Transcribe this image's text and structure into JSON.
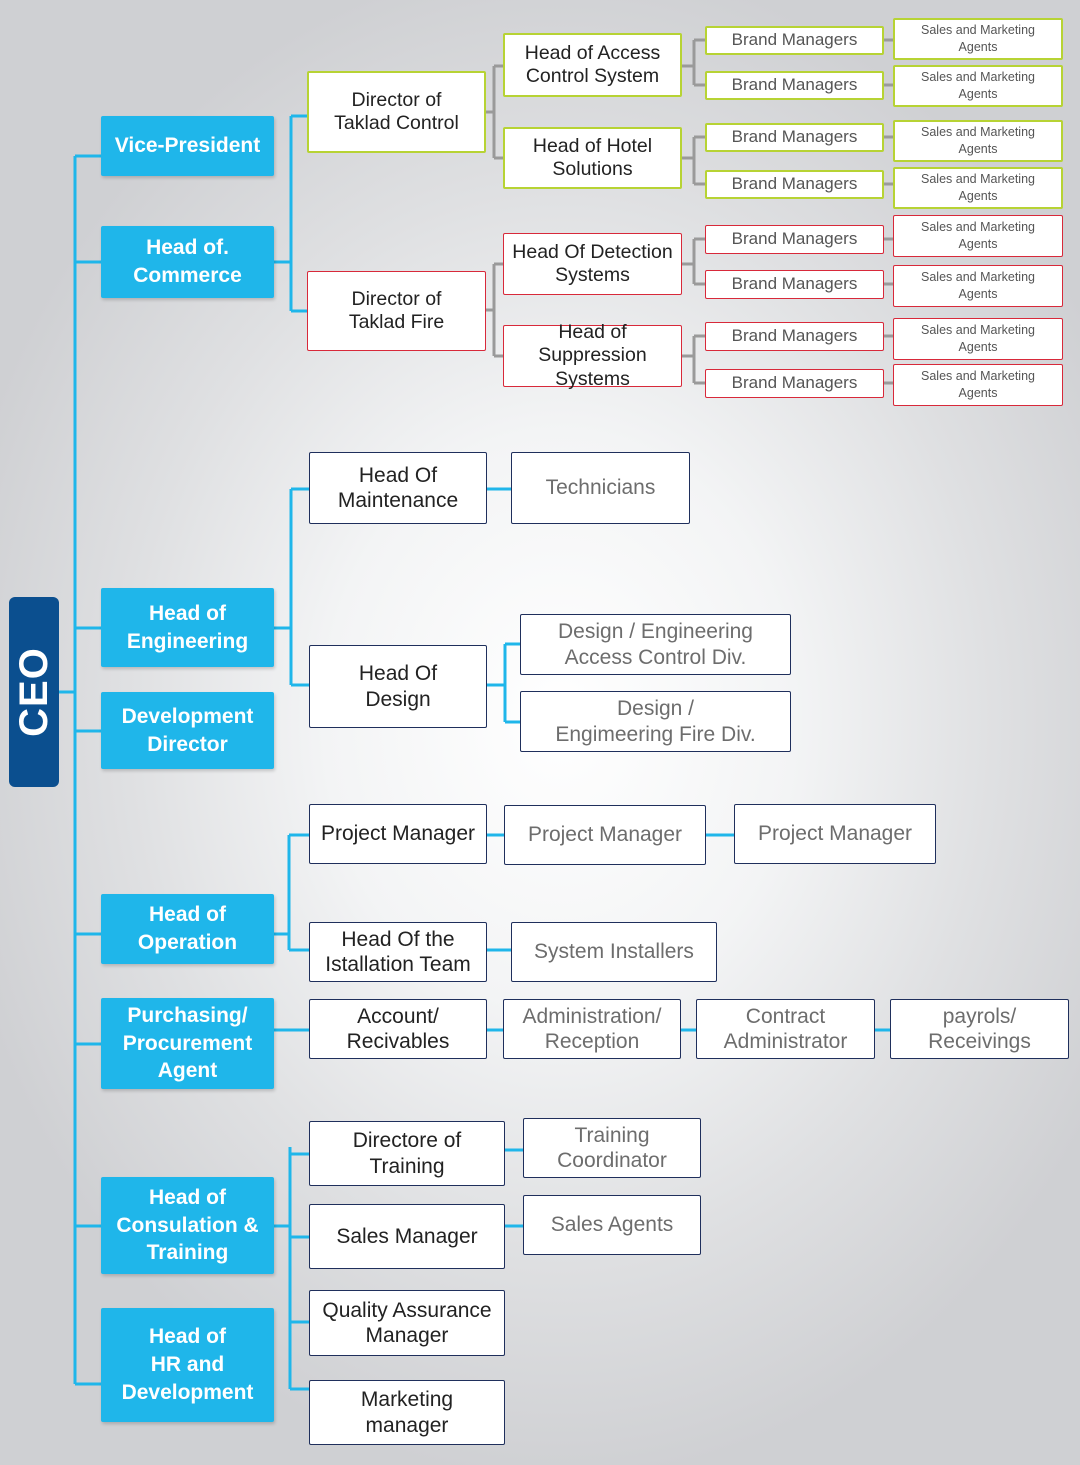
{
  "ceo": "CEO",
  "level1": [
    "Vice-President",
    "Head of.\nCommerce",
    "Head of\nEngineering",
    "Development\nDirector",
    "Head of\nOperation",
    "Purchasing/\nProcurement\nAgent",
    "Head of\nConsulation &\nTraining",
    "Head of\nHR and\nDevelopment"
  ],
  "commerce": {
    "directors": [
      "Director of\nTaklad Control",
      "Director of\nTaklad Fire"
    ],
    "heads": [
      "Head of Access\nControl System",
      "Head of Hotel\nSolutions",
      "Head Of Detection\nSystems",
      "Head of Suppression\nSystems"
    ],
    "brand_manager_label": "Brand Managers",
    "sales_agent_label": "Sales and Marketing\nAgents"
  },
  "engineering": {
    "head_maintenance": "Head Of\nMaintenance",
    "technicians": "Technicians",
    "head_design": "Head Of\nDesign",
    "design_access": "Design / Engineering\nAccess Control Div.",
    "design_fire": "Design /\nEngimeering Fire Div."
  },
  "operation": {
    "project_manager_1": "Project Manager",
    "project_manager_2": "Project Manager",
    "project_manager_3": "Project Manager",
    "head_installation": "Head Of the\nIstallation Team",
    "system_installers": "System Installers"
  },
  "purchasing": {
    "account": "Account/\nRecivables",
    "administration": "Administration/\nReception",
    "contract": "Contract\nAdministrator",
    "payrols": "payrols/\nReceivings"
  },
  "consultation": {
    "director_training": "Directore of\nTraining",
    "training_coordinator": "Training\nCoordinator",
    "sales_manager": "Sales Manager",
    "sales_agents": "Sales Agents",
    "qa_manager": "Quality Assurance\nManager",
    "marketing_manager": "Marketing\nmanager"
  },
  "colors": {
    "ceo": "#0b4f8f",
    "level1": "#1fb6ea",
    "connector": "#1fb6ea",
    "control_border": "#b7d334",
    "fire_border": "#d8293a",
    "box_border": "#1f2f5c",
    "gray_connector": "#9a9a9a"
  }
}
